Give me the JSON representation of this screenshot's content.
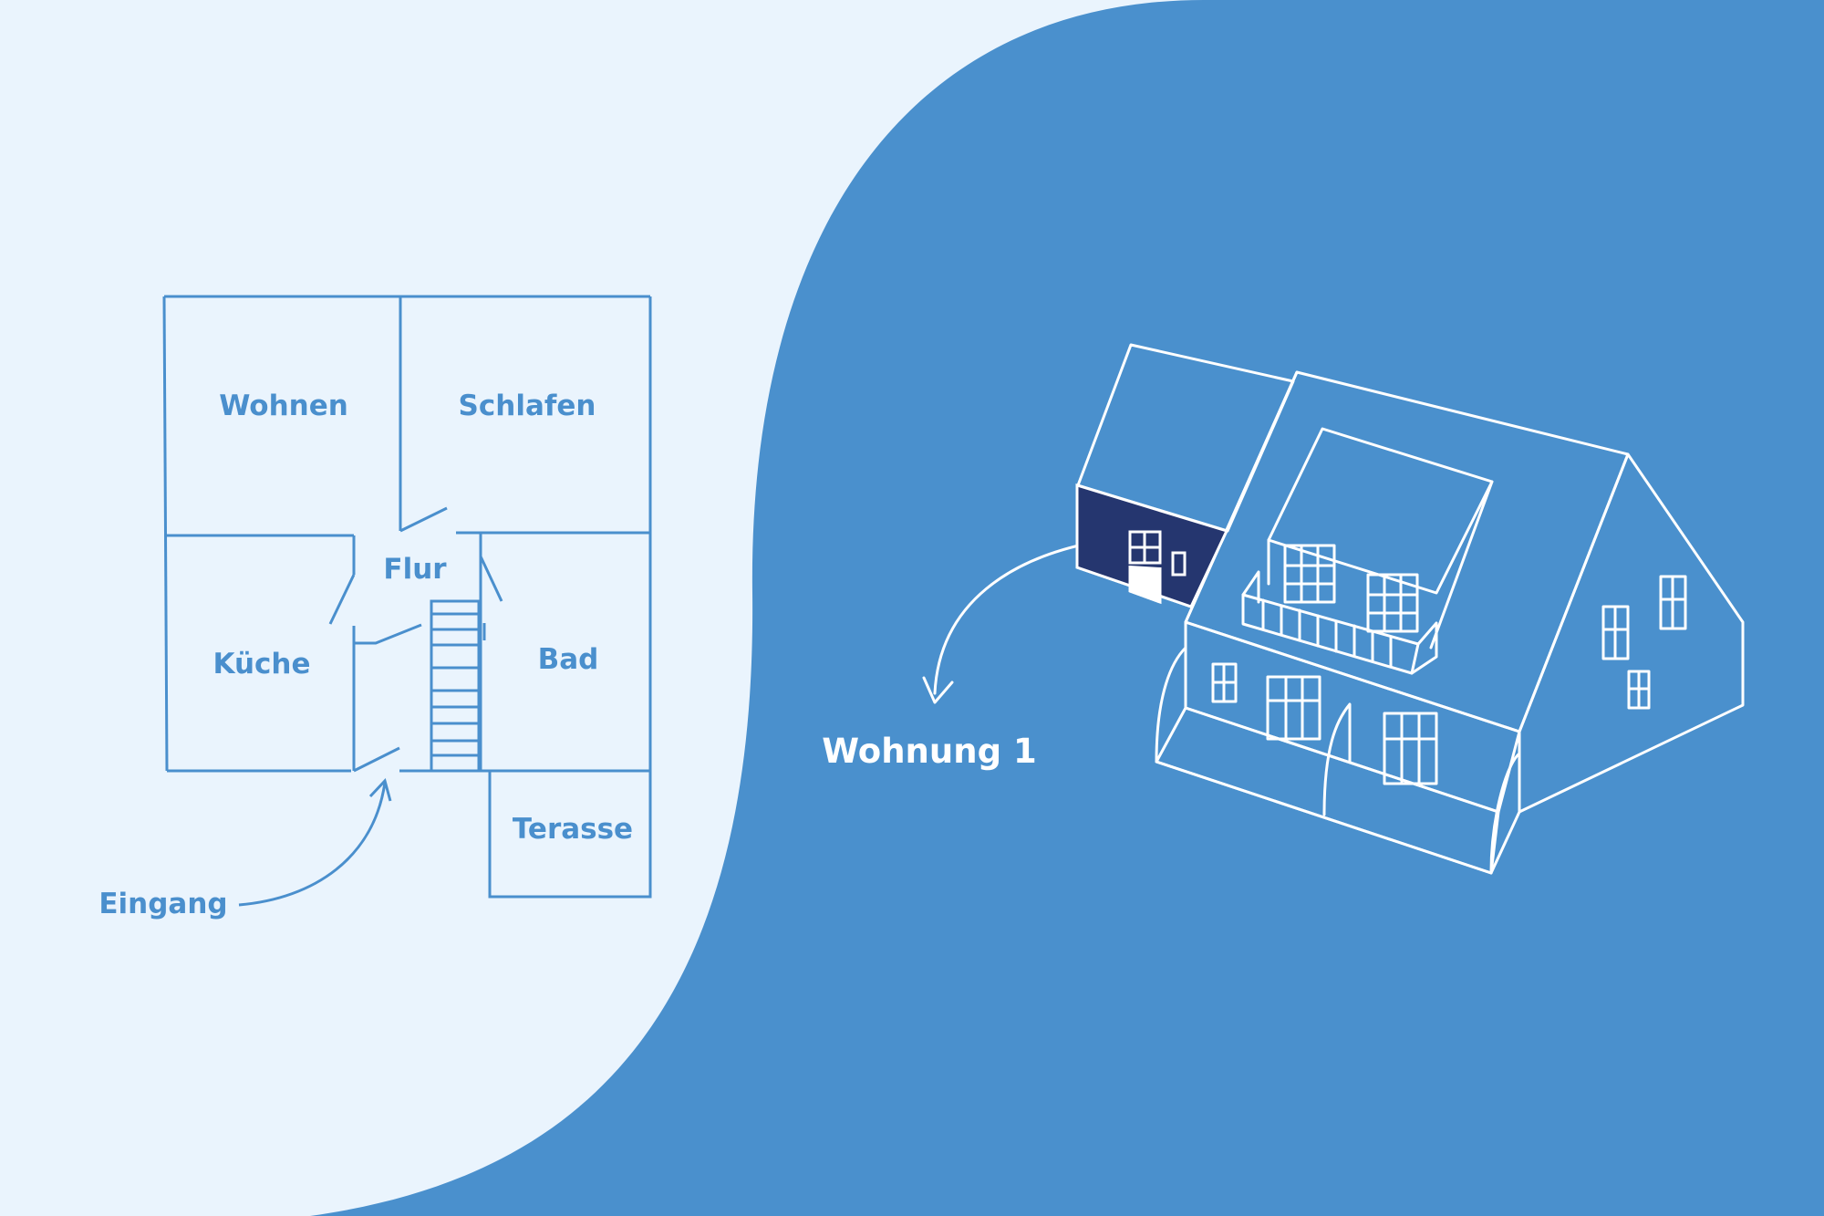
{
  "colors": {
    "background_light": "#eaf4fd",
    "background_blue": "#4a90cd",
    "plan_line": "#4a8fcd",
    "house_line": "#ffffff",
    "highlight_unit": "#25366f"
  },
  "floor_plan": {
    "rooms": {
      "wohnen": "Wohnen",
      "schlafen": "Schlafen",
      "flur": "Flur",
      "kueche": "Küche",
      "bad": "Bad",
      "terasse": "Terasse"
    },
    "entrance_label": "Eingang"
  },
  "house": {
    "unit_label": "Wohnung 1"
  }
}
